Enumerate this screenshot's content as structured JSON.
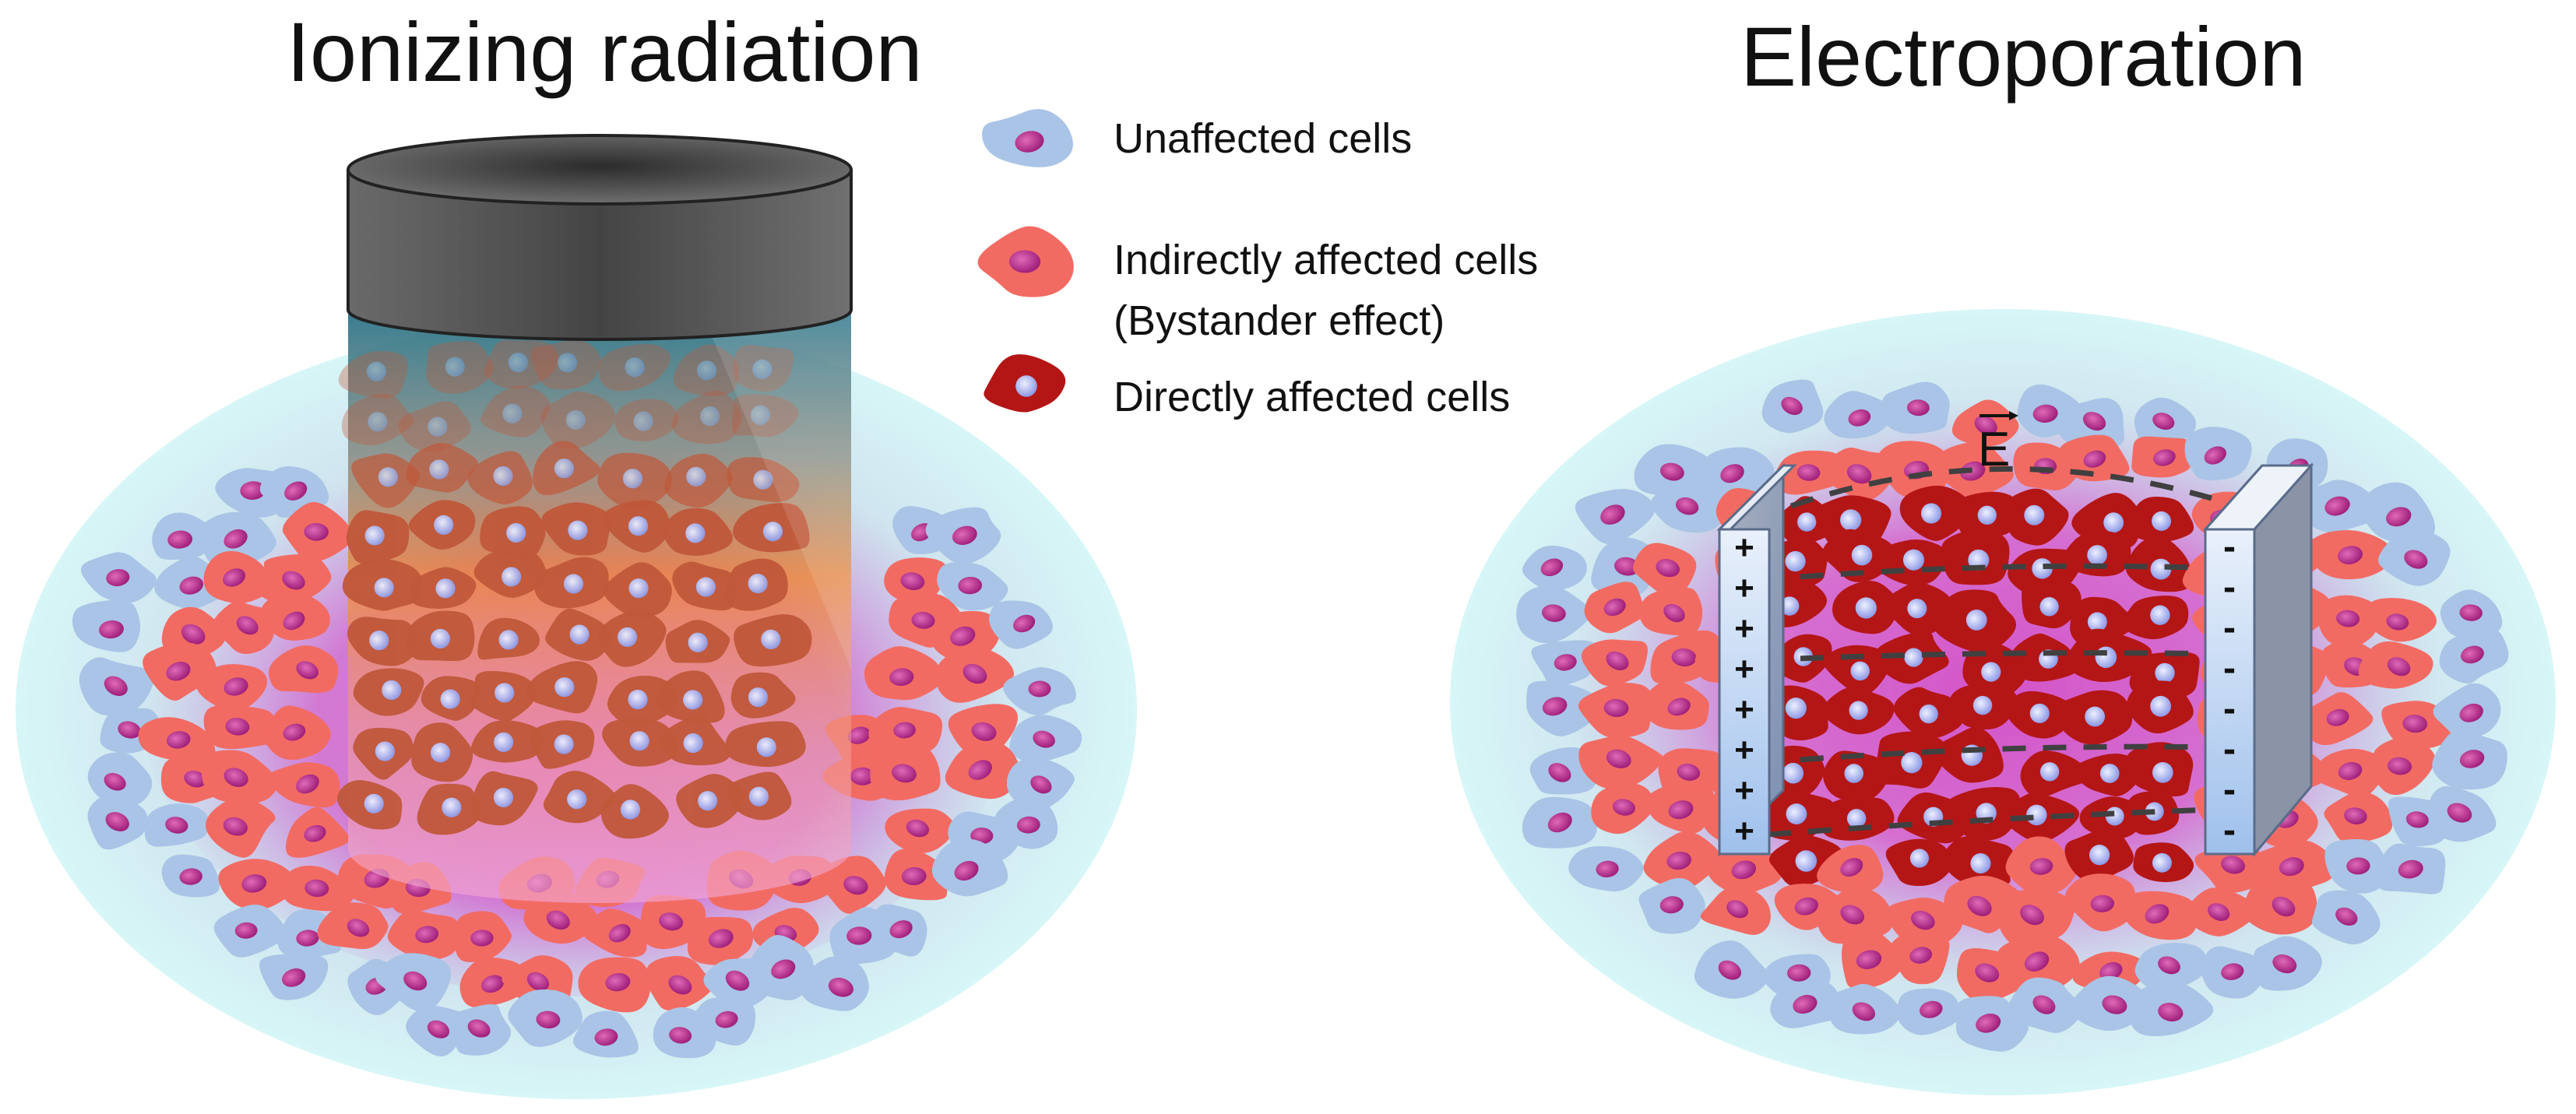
{
  "left_panel": {
    "title": "Ionizing radiation"
  },
  "right_panel": {
    "title": "Electroporation",
    "field_label": "E",
    "plus_sign": "+",
    "minus_sign": "-"
  },
  "legend": {
    "items": [
      {
        "label": "Unaffected cells",
        "cell_color": "#a9c4e6",
        "nucleus_color": "#c0368a"
      },
      {
        "label": "Indirectly affected cells",
        "label2": "(Bystander effect)",
        "cell_color": "#f26b63",
        "nucleus_color": "#b23a8a"
      },
      {
        "label": "Directly affected cells",
        "cell_color": "#b41616",
        "nucleus_color": "#b8bff0"
      }
    ]
  },
  "colors": {
    "dish_halo": "#d7f6f7",
    "tissue_inner": "#d35fc4",
    "tissue_outer": "#c8a3dc",
    "beam_cap": "#595959",
    "beam_top": "#1f6f86",
    "beam_mid": "#f0892a",
    "beam_bottom": "#f19ac8",
    "electrode": "#bcd4f1",
    "field_line": "#404040"
  }
}
